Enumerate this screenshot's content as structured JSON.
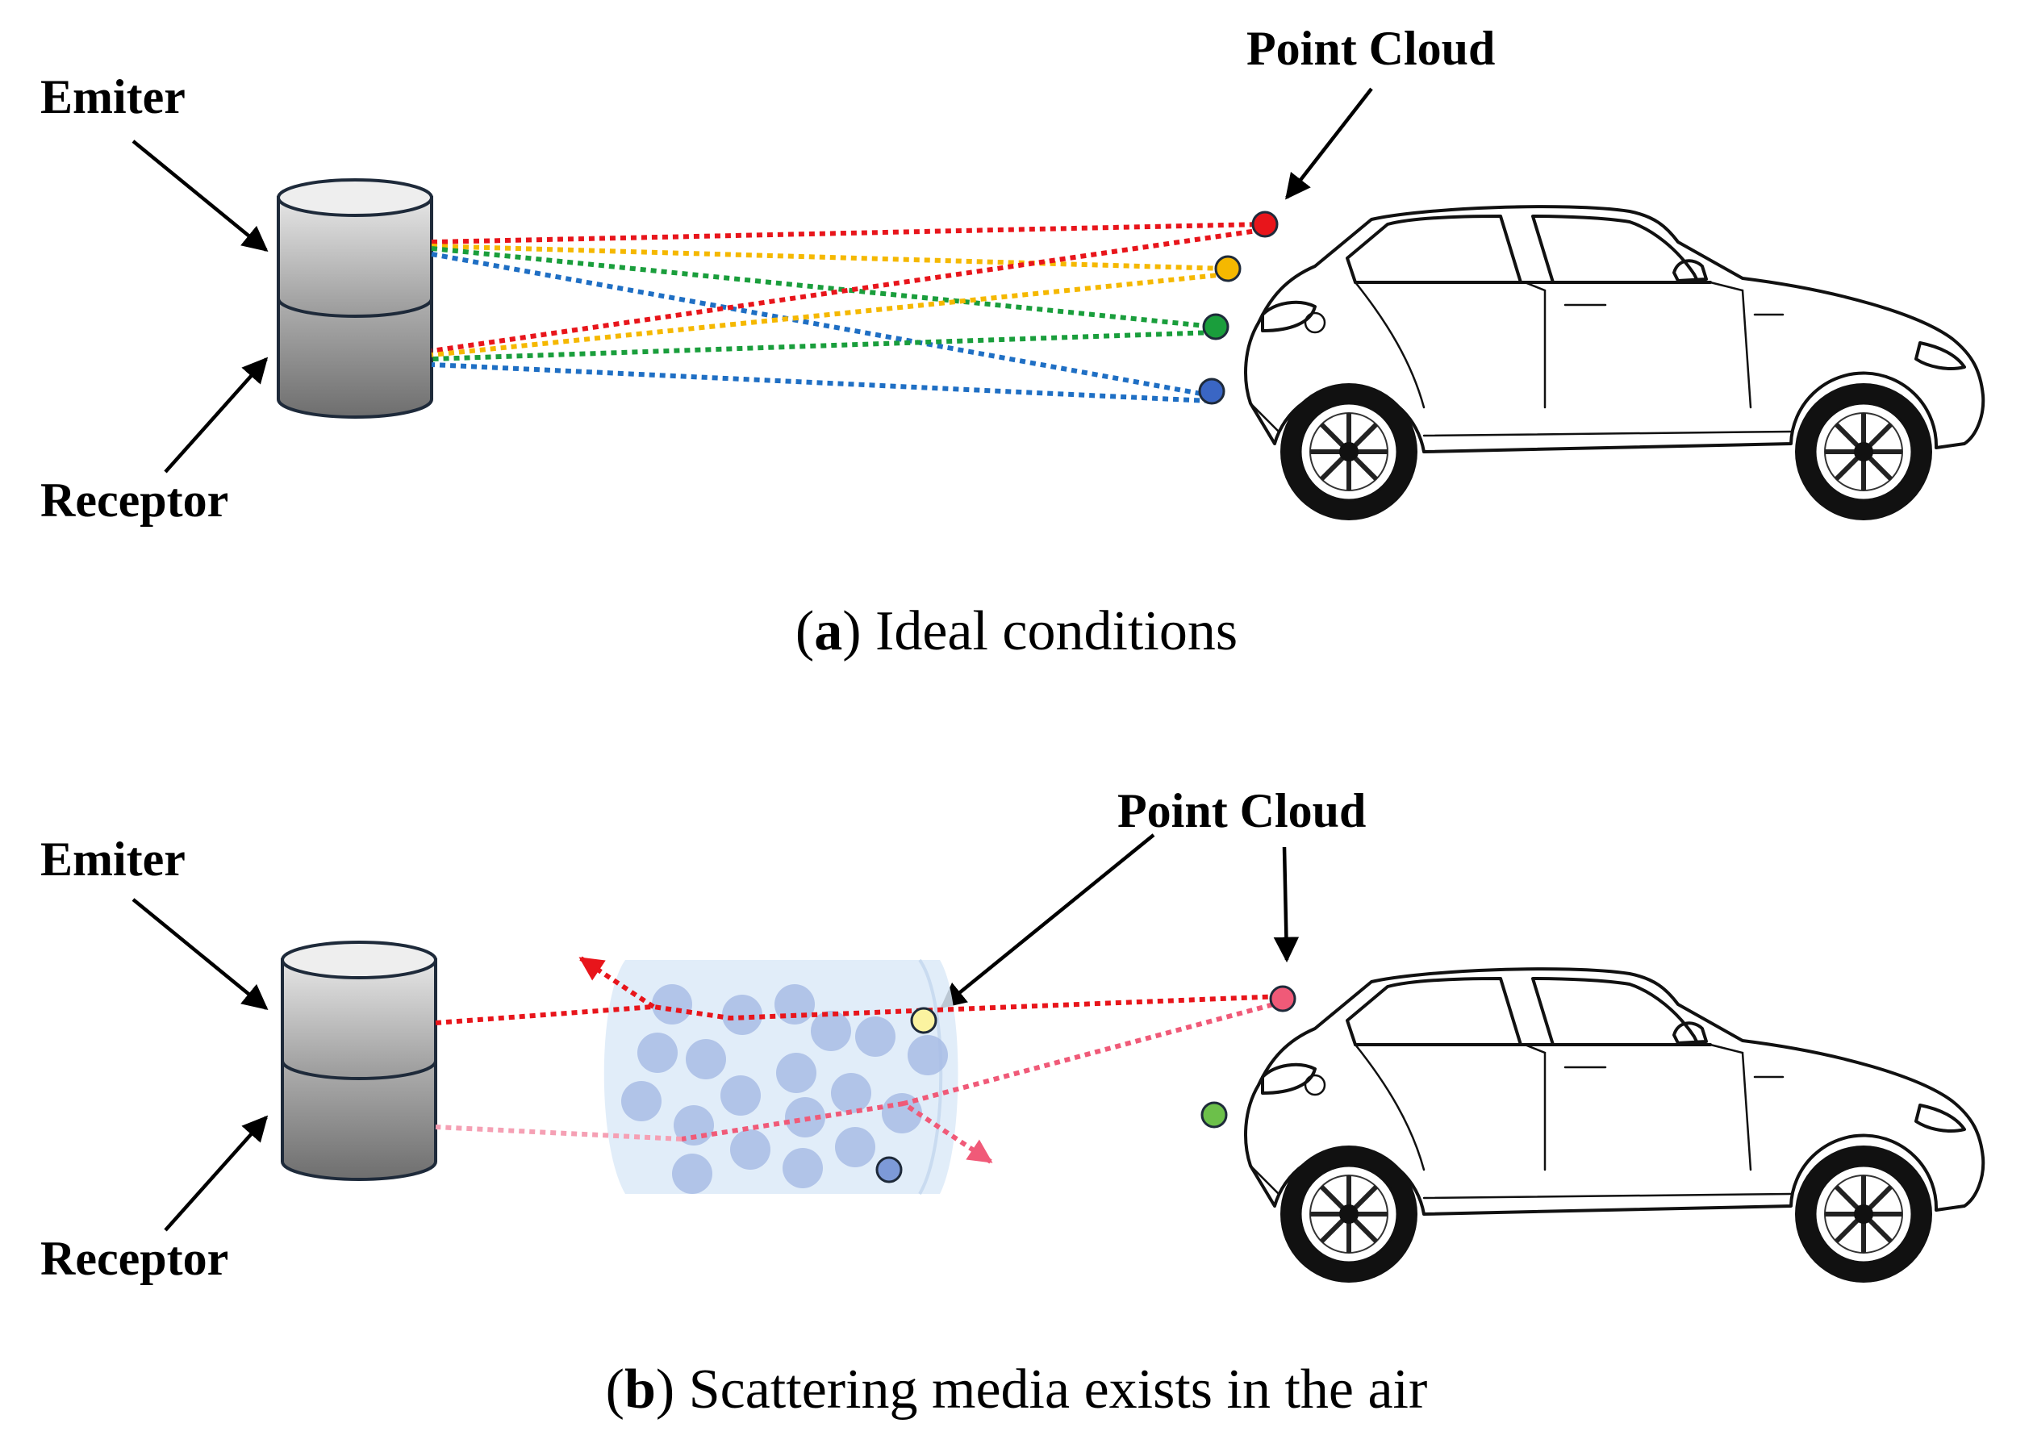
{
  "panel_a": {
    "emitter_label": "Emiter",
    "receptor_label": "Receptor",
    "point_cloud_label": "Point Cloud",
    "caption_letter": "a",
    "caption_text": "Ideal conditions"
  },
  "panel_b": {
    "emitter_label": "Emiter",
    "receptor_label": "Receptor",
    "point_cloud_label": "Point Cloud",
    "caption_letter": "b",
    "caption_text": "Scattering media exists in the air"
  },
  "colors": {
    "red": "#e8151b",
    "yellow": "#f5b800",
    "green": "#1a9e3c",
    "blue": "#1f6fc4",
    "blue_point": "#3a66c4",
    "pink": "#f05a78",
    "light_pink": "#f5a0b4",
    "pale_yellow": "#fbf3a0",
    "light_green": "#6cc04a",
    "particle": "#a9bde6",
    "fog": "#dceaf8"
  }
}
